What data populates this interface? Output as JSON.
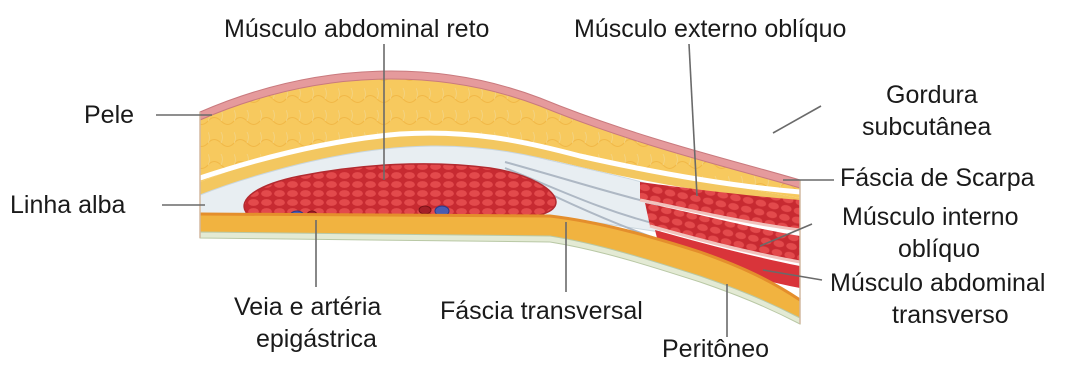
{
  "title": "",
  "colors": {
    "skin": "#e8a0a2",
    "fat": "#f6c75c",
    "fascia": "#e9f0f4",
    "muscle": "#d9353b",
    "vessel": "#4759b0",
    "deep_layer": "#ee9a36",
    "leader_line": "#6a6a6a"
  },
  "labels": {
    "rectus": "Músculo abdominal reto",
    "external_oblique": "Músculo externo oblíquo",
    "skin": "Pele",
    "subcutaneous_fat_1": "Gordura",
    "subcutaneous_fat_2": "subcutânea",
    "linea_alba": "Linha alba",
    "scarpa": "Fáscia de Scarpa",
    "internal_oblique_1": "Músculo interno",
    "internal_oblique_2": "oblíquo",
    "transversus_1": "Músculo abdominal",
    "transversus_2": "transverso",
    "vessels_1": "Veia e artéria",
    "vessels_2": "epigástrica",
    "transversalis": "Fáscia transversal",
    "peritoneum": "Peritôneo"
  }
}
